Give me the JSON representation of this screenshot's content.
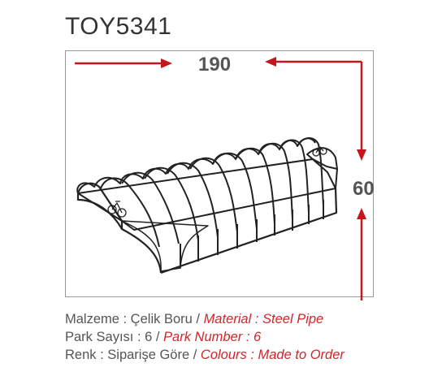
{
  "product": {
    "code": "TOY5341"
  },
  "dimensions": {
    "width": "190",
    "height": "60"
  },
  "colors": {
    "arrow": "#c4161c",
    "accent": "#d3242a",
    "text": "#555555"
  },
  "specs": [
    {
      "tr": "Malzeme : Çelik Boru / ",
      "en": "Material : Steel Pipe"
    },
    {
      "tr": "Park Sayısı : 6 / ",
      "en": "Park Number : 6"
    },
    {
      "tr": "Renk : Siparişe Göre / ",
      "en": "Colours : Made to Order"
    }
  ]
}
